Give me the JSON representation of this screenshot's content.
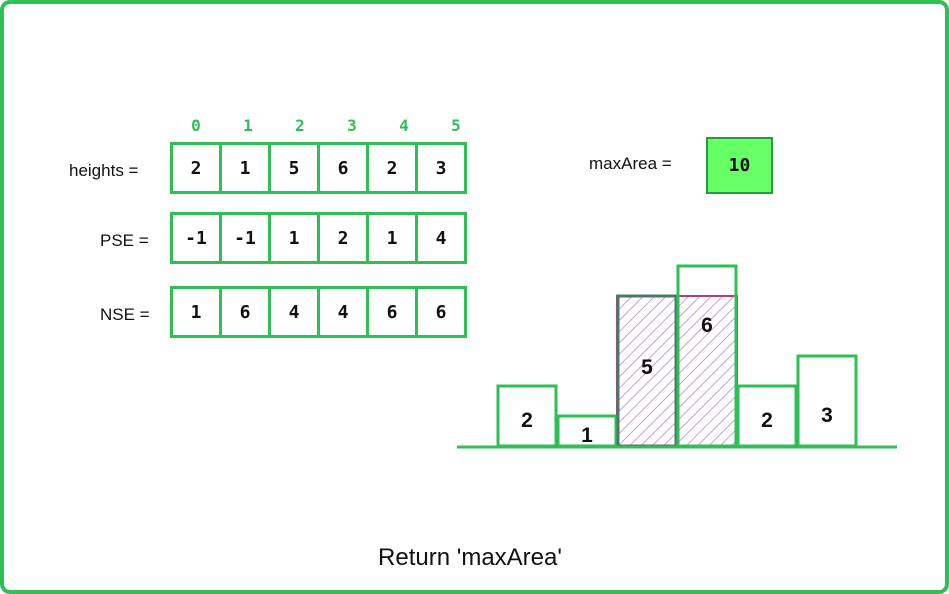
{
  "indices": [
    "0",
    "1",
    "2",
    "3",
    "4",
    "5"
  ],
  "arrays": {
    "heights": {
      "label": "heights =",
      "values": [
        "2",
        "1",
        "5",
        "6",
        "2",
        "3"
      ]
    },
    "pse": {
      "label": "PSE =",
      "values": [
        "-1",
        "-1",
        "1",
        "2",
        "1",
        "4"
      ]
    },
    "nse": {
      "label": "NSE =",
      "values": [
        "1",
        "6",
        "4",
        "4",
        "6",
        "6"
      ]
    }
  },
  "max_area": {
    "label": "maxArea =",
    "value": "10"
  },
  "histogram": {
    "bars": [
      2,
      1,
      5,
      6,
      2,
      3
    ],
    "labels": [
      "2",
      "1",
      "5",
      "6",
      "2",
      "3"
    ],
    "highlighted": [
      2,
      3
    ],
    "highlight_height": 5
  },
  "footer": "Return 'maxArea'",
  "colors": {
    "border": "#2fbf55",
    "accent_box": "#66ff66",
    "hatch": "#b37fe0",
    "highlight_outline": "#c03a7a"
  }
}
